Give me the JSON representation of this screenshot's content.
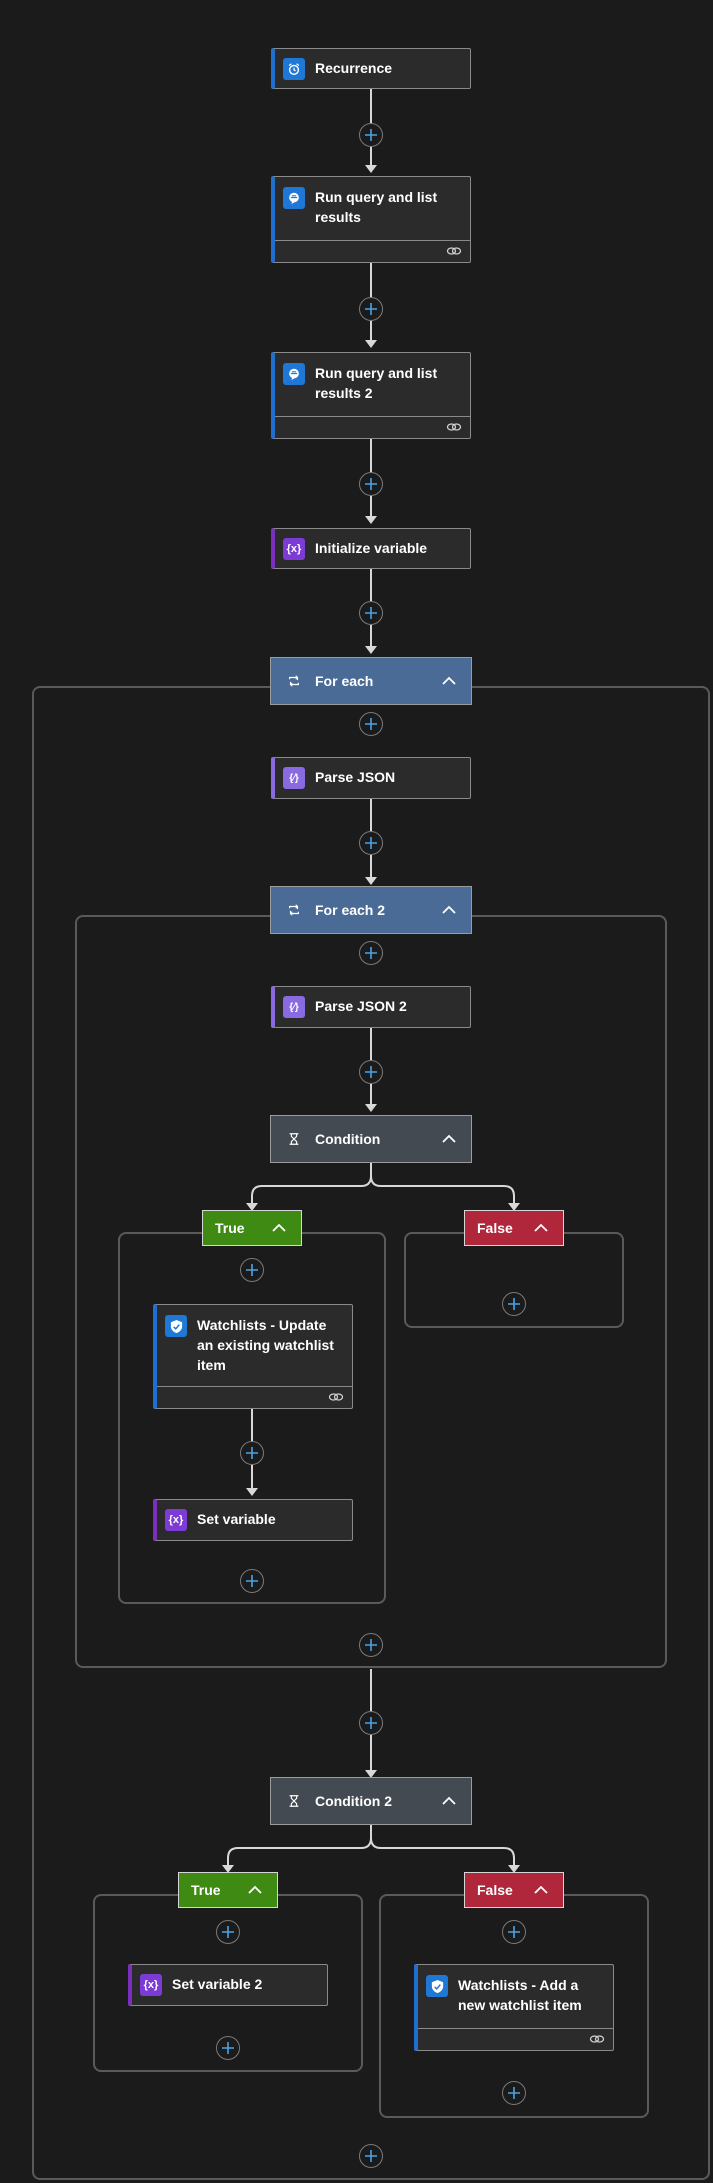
{
  "colors": {
    "canvas": "#1b1b1b",
    "card": "#2b2b2b",
    "accent_blue": "#1f6fd0",
    "accent_purple": "#7b2fbe",
    "foreach_header": "#4a6b96",
    "condition_header": "#444a52",
    "true_branch": "#3e8a12",
    "false_branch": "#b0263a",
    "plus_icon": "#4aa3e8"
  },
  "steps": {
    "recurrence": {
      "title": "Recurrence",
      "icon": "alarm-clock-icon"
    },
    "run_query_1": {
      "title": "Run query and list results",
      "icon": "log-analytics-icon"
    },
    "run_query_2": {
      "title": "Run query and list results 2",
      "icon": "log-analytics-icon"
    },
    "init_variable": {
      "title": "Initialize variable",
      "icon": "variable-icon"
    },
    "for_each": {
      "title": "For each",
      "icon": "loop-icon"
    },
    "parse_json": {
      "title": "Parse JSON",
      "icon": "json-icon"
    },
    "for_each_2": {
      "title": "For each 2",
      "icon": "loop-icon"
    },
    "parse_json_2": {
      "title": "Parse JSON 2",
      "icon": "json-icon"
    },
    "condition": {
      "title": "Condition",
      "icon": "condition-icon"
    },
    "condition_true": {
      "label": "True"
    },
    "condition_false": {
      "label": "False"
    },
    "watchlist_update": {
      "title": "Watchlists - Update an existing watchlist item",
      "icon": "sentinel-shield-icon"
    },
    "set_variable": {
      "title": "Set variable",
      "icon": "variable-icon"
    },
    "condition_2": {
      "title": "Condition 2",
      "icon": "condition-icon"
    },
    "condition_2_true": {
      "label": "True"
    },
    "condition_2_false": {
      "label": "False"
    },
    "set_variable_2": {
      "title": "Set variable 2",
      "icon": "variable-icon"
    },
    "watchlist_add": {
      "title": "Watchlists - Add a new watchlist item",
      "icon": "sentinel-shield-icon"
    }
  }
}
